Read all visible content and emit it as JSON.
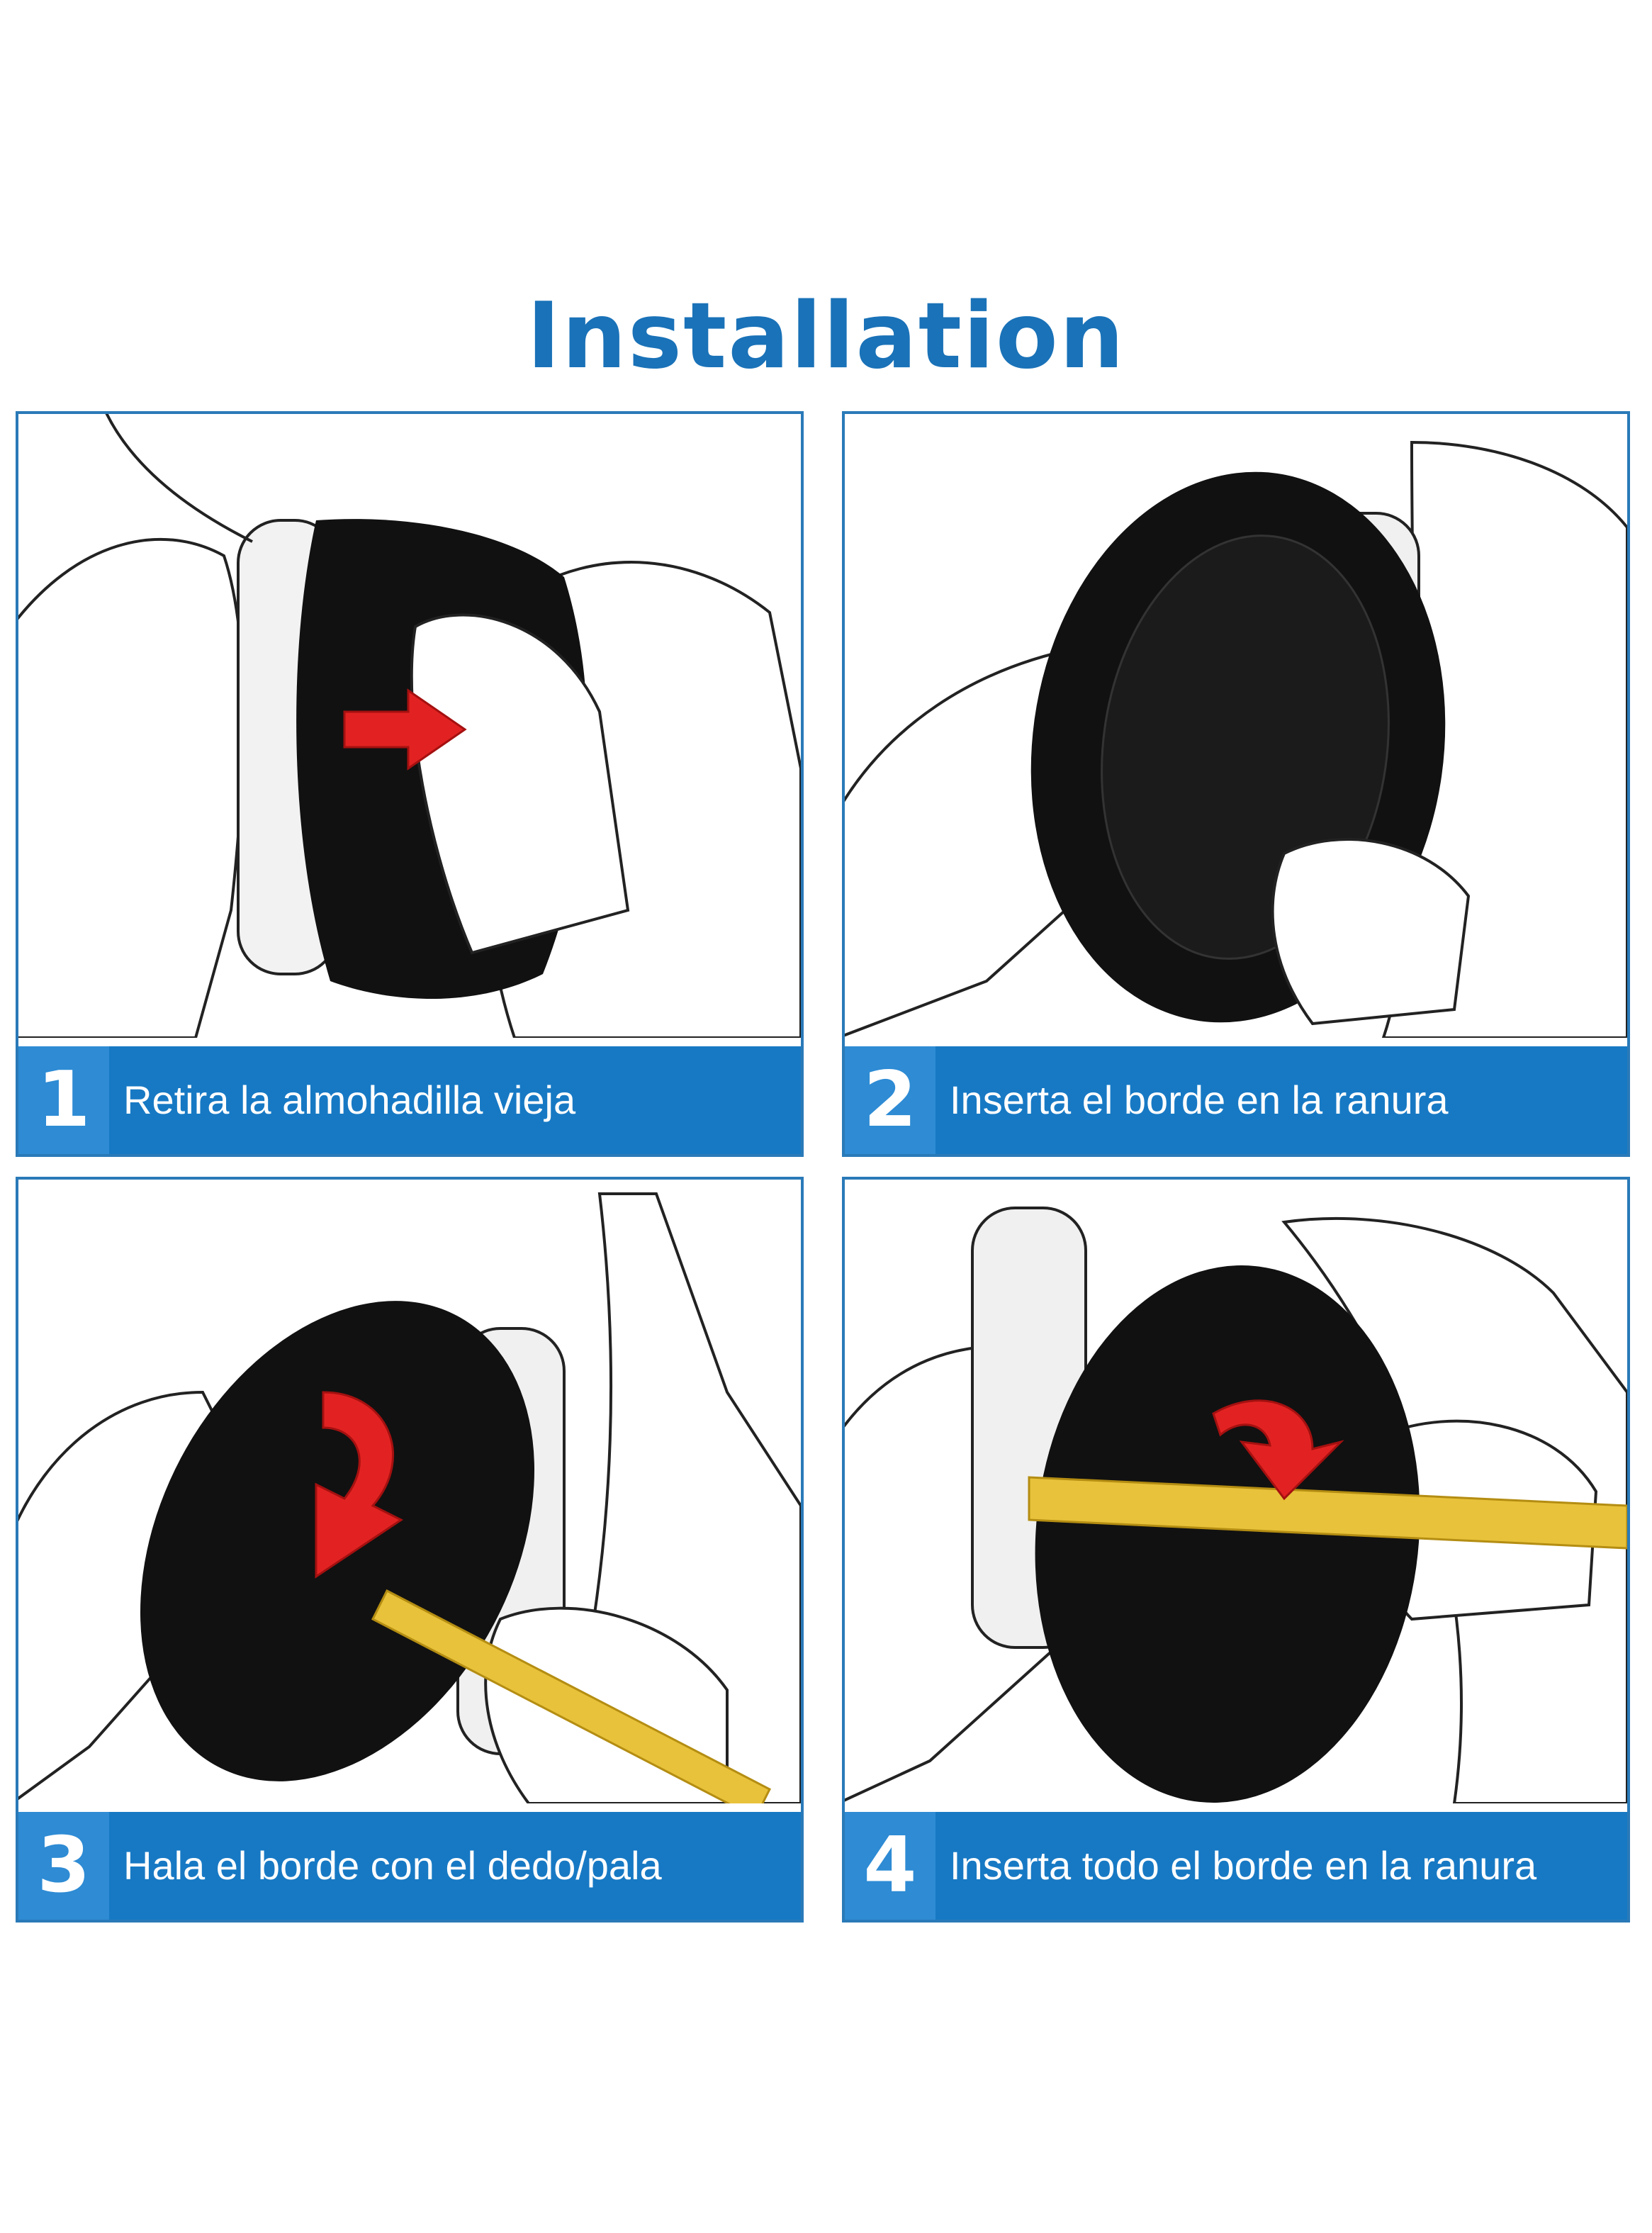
{
  "title": "Installation",
  "colors": {
    "accent": "#1a72b8",
    "caption_bg": "#1779c4",
    "arrow": "#e22222",
    "tool": "#e8c23a"
  },
  "steps": [
    {
      "number": "1",
      "text": "Retira la almohadilla vieja"
    },
    {
      "number": "2",
      "text": "Inserta el borde en la ranura"
    },
    {
      "number": "3",
      "text": "Hala el borde con el dedo/pala"
    },
    {
      "number": "4",
      "text": "Inserta todo el borde en la ranura"
    }
  ]
}
